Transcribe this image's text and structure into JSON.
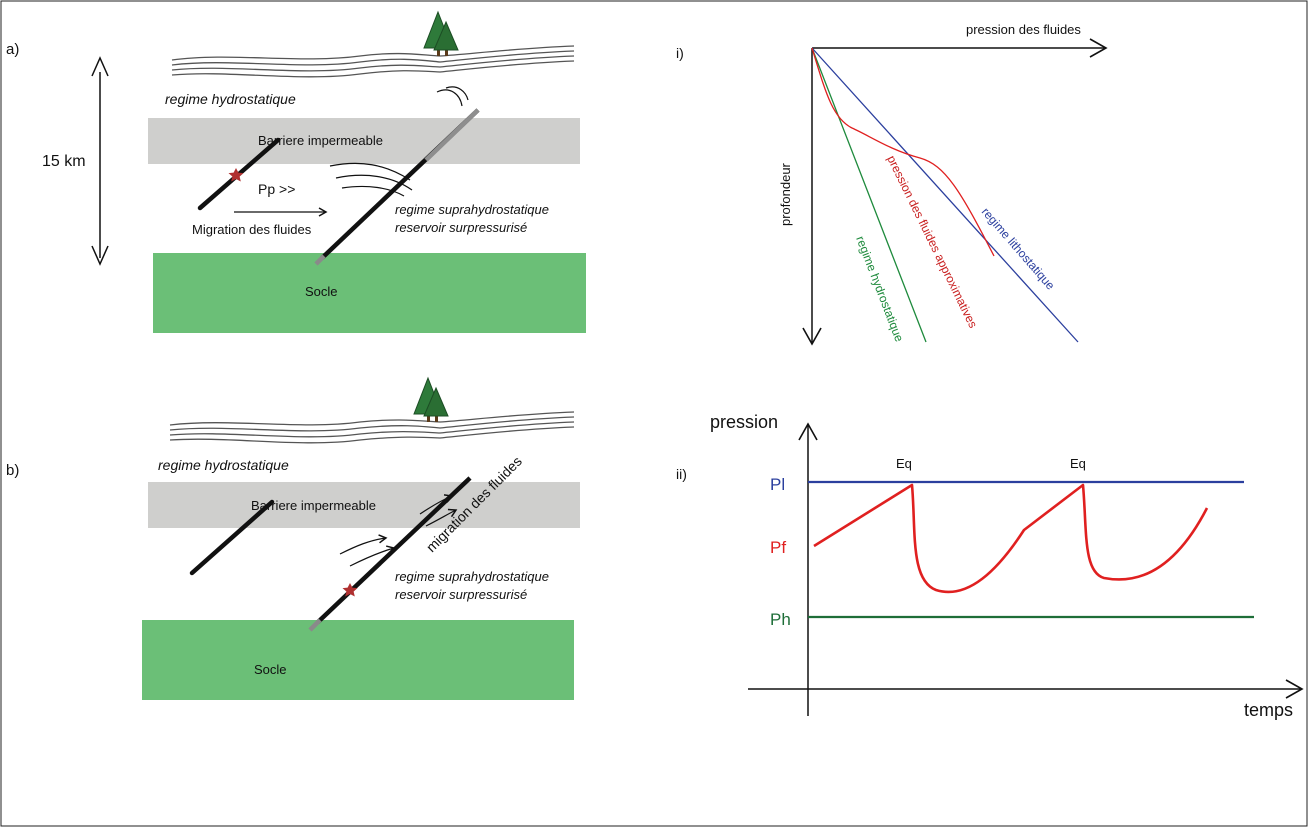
{
  "panel_a": {
    "label": "a)",
    "scale_label": "15 km",
    "regime_top": "regime hydrostatique",
    "barrier": "Barriere impermeable",
    "pressure": "Pp >>",
    "migration": "Migration des fluides",
    "regime_supra": "regime suprahydrostatique",
    "reservoir": "reservoir surpressurisé",
    "socle": "Socle"
  },
  "panel_b": {
    "label": "b)",
    "regime_top": "regime hydrostatique",
    "barrier": "Barriere impermeable",
    "migration": "migration des fluides",
    "regime_supra": "regime suprahydrostatique",
    "reservoir": "reservoir surpressurisé",
    "socle": "Socle"
  },
  "graph_i": {
    "label": "i)",
    "x_axis": "pression des fluides",
    "y_axis": "profondeur",
    "curve_hydro": "regime hydrostatique",
    "curve_fluids": "pression des fluides approximatives",
    "curve_litho": "regime lithostatique"
  },
  "graph_ii": {
    "label": "ii)",
    "y_axis": "pression",
    "x_axis": "temps",
    "eq1": "Eq",
    "eq2": "Eq",
    "level_pl": "Pl",
    "level_pf": "Pf",
    "level_ph": "Ph"
  },
  "colors": {
    "litho": "#2b3f9e",
    "fluid": "#e02020",
    "hydro": "#1e8a3c",
    "barrier": "#c8c8c6",
    "socle": "#6bbf77"
  }
}
